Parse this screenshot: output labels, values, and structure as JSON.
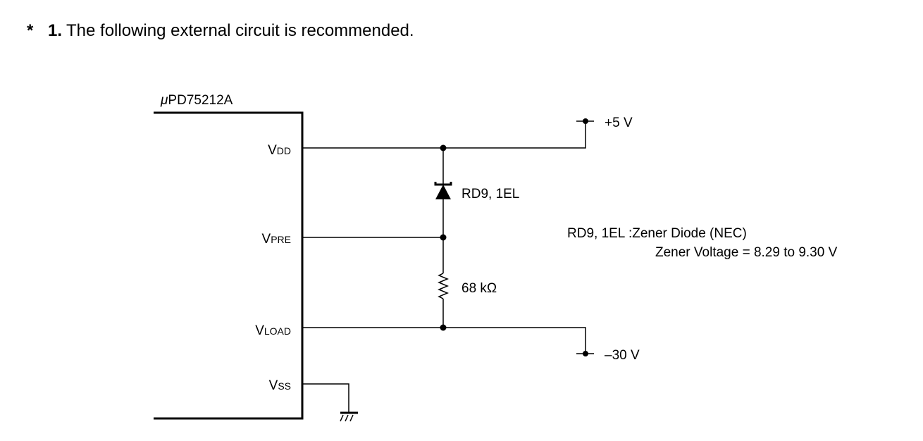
{
  "heading": {
    "marker": "*",
    "number": "1.",
    "text": "The following external circuit is recommended."
  },
  "chip": {
    "name_prefix": "μ",
    "name_rest": "PD75212A"
  },
  "pins": {
    "vdd": {
      "main": "V",
      "sub": "DD"
    },
    "vpre": {
      "main": "V",
      "sub": "PRE"
    },
    "vload": {
      "main": "V",
      "sub": "LOAD"
    },
    "vss": {
      "main": "V",
      "sub": "SS"
    }
  },
  "components": {
    "zener_label": "RD9, 1EL",
    "resistor_label": "68 kΩ"
  },
  "supplies": {
    "positive": "+5 V",
    "negative": "–30 V"
  },
  "note": {
    "line1": "RD9, 1EL :Zener Diode (NEC)",
    "line2": "Zener Voltage = 8.29 to 9.30 V"
  }
}
